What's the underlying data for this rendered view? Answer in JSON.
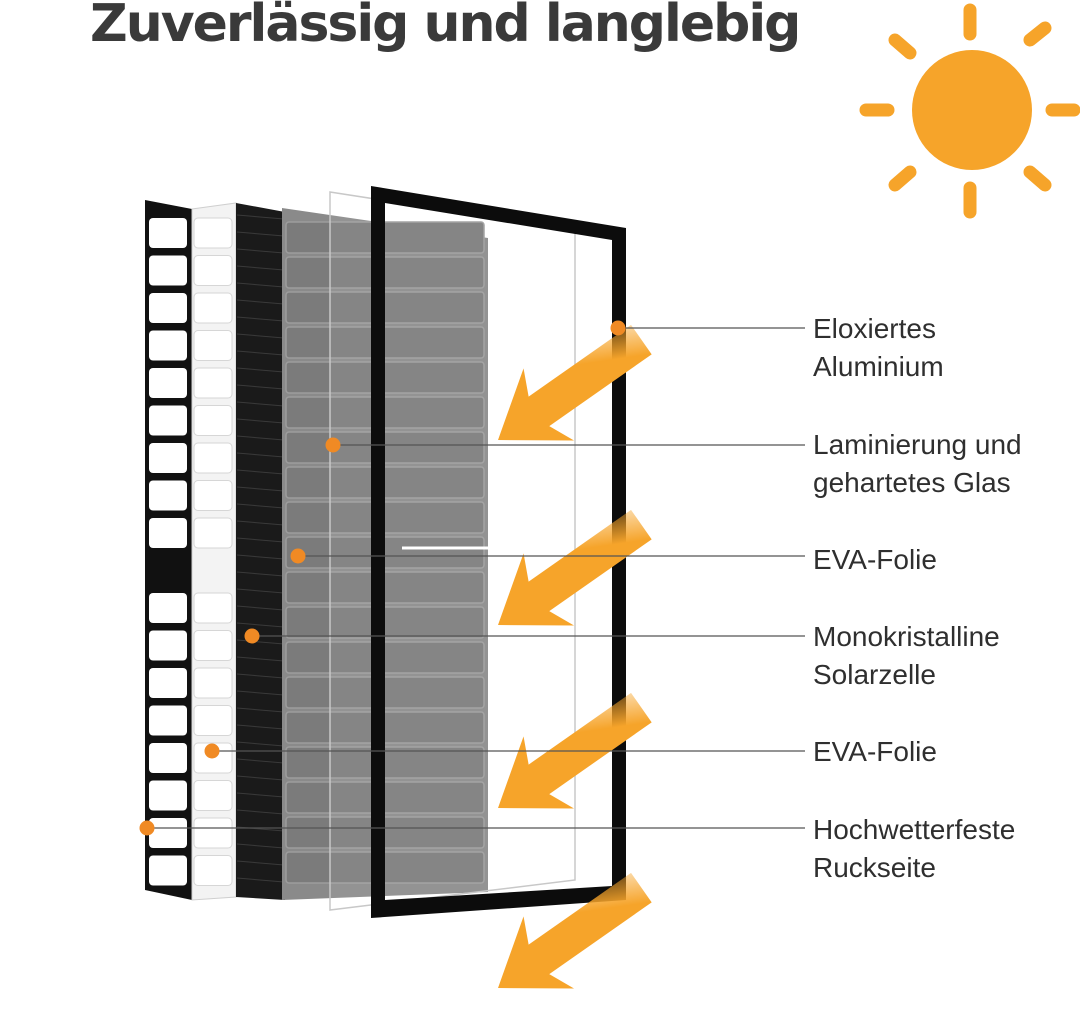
{
  "title": "Zuverlässig und langlebig",
  "colors": {
    "accent": "#f6a42a",
    "dot": "#f08a24",
    "frame": "#111111",
    "cell": "#7a7a7a",
    "text": "#2f2f2f"
  },
  "layers": [
    {
      "line1": "Eloxiertes",
      "line2": "Aluminium"
    },
    {
      "line1": "Laminierung und",
      "line2": "gehartetes Glas"
    },
    {
      "line1": "EVA-Folie",
      "line2": ""
    },
    {
      "line1": "Monokristalline",
      "line2": "Solarzelle"
    },
    {
      "line1": "EVA-Folie",
      "line2": ""
    },
    {
      "line1": "Hochwetterfeste",
      "line2": "Ruckseite"
    }
  ],
  "icons": [
    "sun-icon",
    "arrow-icon"
  ]
}
